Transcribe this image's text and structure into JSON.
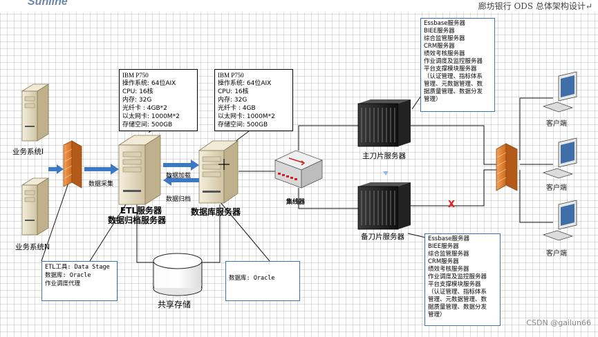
{
  "header": {
    "doc_title": "廊坊银行 ODS 总体架构设计↵",
    "logo_text": "Sunline"
  },
  "labels": {
    "biz_system_1": "业务系统I",
    "biz_system_n": "业务系统N",
    "data_collect": "数据采集",
    "data_load": "数据加载",
    "data_archive": "数据归档",
    "etl_server_1": "ETL服务器",
    "etl_server_2": "数据归档服务器",
    "db_server": "数据库服务器",
    "switch": "集线器",
    "main_blade": "主刀片服务器",
    "backup_blade": "备刀片服务器",
    "shared_storage": "共享存储",
    "client": "客户端",
    "fault_mark": "X"
  },
  "spec_etl": [
    "IBM P750",
    "操作系统: 64位AIX",
    "CPU: 16核",
    "内存: 32G",
    "光纤卡  : 4GB*2",
    "以太网卡: 1000M*2",
    "存储空间: 500GB"
  ],
  "spec_db": [
    "IBM P750",
    "操作系统: 64位AIX",
    "CPU: 16核",
    "内存: 32G",
    "光纤卡  : 4GB",
    "以太网卡: 1000M*2",
    "存储空间: 500GB"
  ],
  "etl_notes": [
    "ETL工具: Data Stage",
    "数据库: Oracle",
    "作业调度代理"
  ],
  "db_notes": [
    "数据库: Oracle"
  ],
  "main_blade_services": [
    "Essbase服务器",
    "BIEE服务器",
    "综合监管服务器",
    "CRM服务器",
    "绩效考核服务器",
    "作业调度及监控服务器",
    "平台支撑模块服务器",
    "  （认证管理、指标体系",
    "管理、元数据管理、数",
    "据质量管理、数据分发",
    "管理）"
  ],
  "backup_blade_services": [
    "Essbase服务器",
    "BIEE服务器",
    "综合监管服务器",
    "CRM服务器",
    "绩效考核服务器",
    "作业调度及监控服务器",
    "平台支撑模块服务器",
    "  （认证管理、指标体系",
    "管理、元数据管理、数",
    "据质量管理、数据分发",
    "管理）"
  ],
  "watermark": "CSDN @gailun66",
  "colors": {
    "callout_border": "#3a73b8",
    "arrow_blue": "#3d78c2",
    "firewall": "#e07b2a",
    "fault_red": "#e02020",
    "server_beige": "#e6dcc2"
  }
}
